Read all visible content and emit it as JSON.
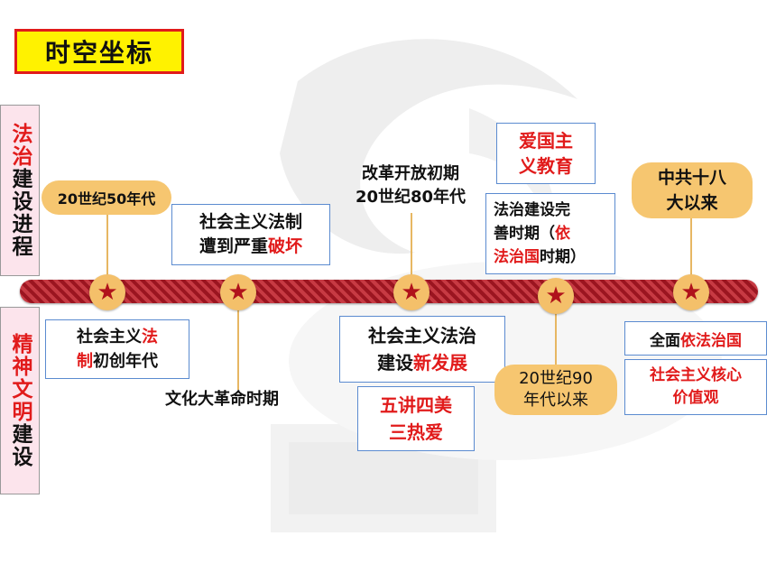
{
  "title": "时空坐标",
  "side_labels": {
    "upper": {
      "red": "法治",
      "black": "建设进程"
    },
    "lower": {
      "red": "精神文明",
      "black": "建设"
    }
  },
  "upper_events": {
    "e1": "20世纪50年代",
    "e2": {
      "part1": "社会主义法制",
      "part2": "遭到严重",
      "part2_red": "破坏"
    },
    "e3": {
      "line1": "改革开放初期",
      "line2": "20世纪80年代"
    },
    "e4_patriotic": {
      "line1": "爱国主",
      "line2": "义教育"
    },
    "e4": {
      "line1": "法治建设完",
      "line2_a": "善时期（",
      "line2_red": "依",
      "line3_red": "法治国",
      "line3_b": "时期）"
    },
    "e5": {
      "line1": "中共十八",
      "line2": "大以来"
    }
  },
  "lower_events": {
    "l1": {
      "a": "社会主义",
      "red1": "法",
      "red2": "制",
      "b": "初创年代"
    },
    "l2": "文化大革命时期",
    "l3": {
      "line1": "社会主义法治",
      "line2_a": "建设",
      "line2_red": "新发展"
    },
    "l3_sub": {
      "line1": "五讲四美",
      "line2": "三热爱"
    },
    "l4": {
      "line1": "20世纪90",
      "line2": "年代以来"
    },
    "l5": {
      "a": "全面",
      "red": "依法治国"
    },
    "l5_sub": {
      "line1": "社会主义核心",
      "line2": "价值观"
    }
  },
  "star_glyph": "★"
}
